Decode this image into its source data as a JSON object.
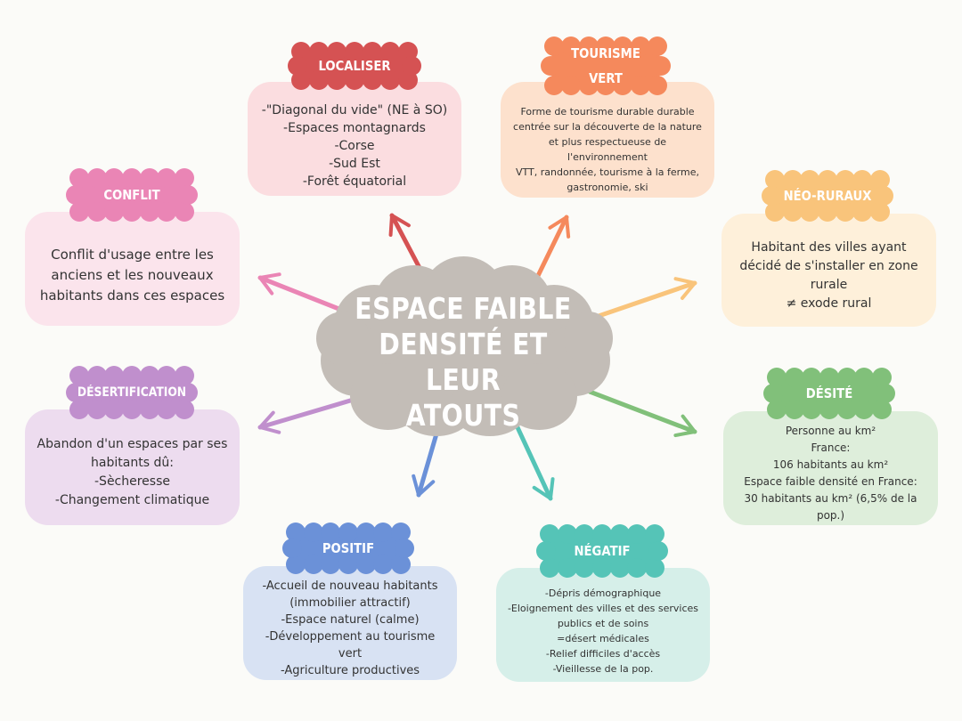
{
  "center": {
    "title": "ESPACE FAIBLE\nDENSITÉ ET LEUR\nATOUTS",
    "color": "#c3bdb7"
  },
  "nodes": {
    "localiser": {
      "title": "LOCALISER",
      "head_color": "#d55253",
      "card_color": "#fbdde0",
      "text": "-\"Diagonal du vide\" (NE à SO)\n-Espaces montagnards\n-Corse\n-Sud Est\n-Forêt équatorial"
    },
    "tourisme": {
      "title": "TOURISME\nVERT",
      "head_color": "#f5895c",
      "card_color": "#fde1cd",
      "text": "Forme de tourisme durable durable\ncentrée sur la découverte de la nature\net plus respectueuse de\nl'environnement\nVTT, randonnée, tourisme à la ferme,\ngastronomie, ski"
    },
    "conflit": {
      "title": "CONFLIT",
      "head_color": "#ea85b5",
      "card_color": "#fbe4ec",
      "text": "Conflit d'usage entre les\nanciens et les nouveaux\nhabitants dans ces espaces"
    },
    "neoruraux": {
      "title": "NÉO-RURAUX",
      "head_color": "#f9c47b",
      "card_color": "#fef0da",
      "text": "Habitant des villes ayant\ndécidé de s'installer en zone\nrurale\n≠ exode rural"
    },
    "desertification": {
      "title": "DÉSERTIFICATION",
      "head_color": "#c08fcd",
      "card_color": "#eddcef",
      "text": "Abandon d'un espaces par ses\nhabitants dû:\n-Sècheresse\n-Changement climatique"
    },
    "desite": {
      "title": "DÉSITÉ",
      "head_color": "#81c07a",
      "card_color": "#deeedb",
      "text": "Personne au km²\nFrance:\n106 habitants au km²\nEspace faible densité en France:\n30 habitants au km² (6,5% de la\npop.)"
    },
    "positif": {
      "title": "POSITIF",
      "head_color": "#6b91d8",
      "card_color": "#d8e2f3",
      "text": "-Accueil de nouveau habitants\n(immobilier attractif)\n-Espace naturel (calme)\n-Développement au tourisme vert\n-Agriculture productives"
    },
    "negatif": {
      "title": "NÉGATIF",
      "head_color": "#55c4b7",
      "card_color": "#d6efe9",
      "text": "-Dépris démographique\n-Eloignement des villes et des services\npublics et de soins\n=désert médicales\n-Relief difficiles d'accès\n-Vieillesse de la pop."
    }
  }
}
